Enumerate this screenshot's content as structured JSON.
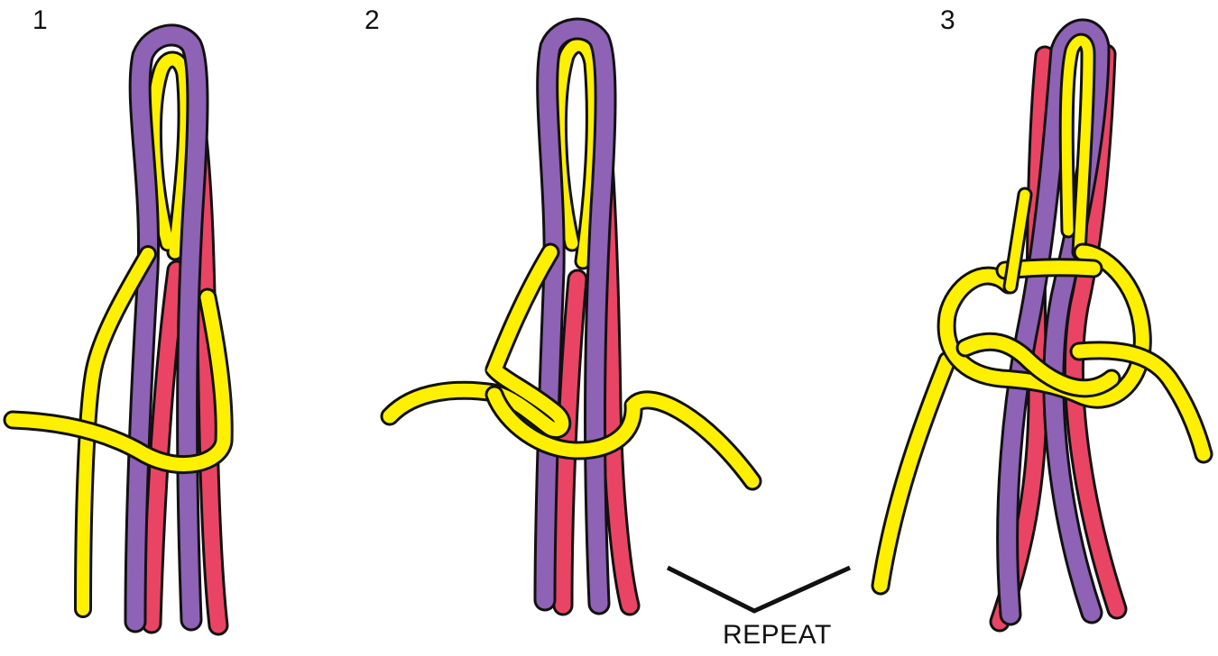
{
  "steps": [
    {
      "number": "1"
    },
    {
      "number": "2"
    },
    {
      "number": "3"
    }
  ],
  "repeat_label": "REPEAT",
  "colors": {
    "purple": "#8e62b5",
    "red": "#ea4464",
    "yellow": "#fff000",
    "outline": "#111111",
    "background": "#ffffff"
  }
}
